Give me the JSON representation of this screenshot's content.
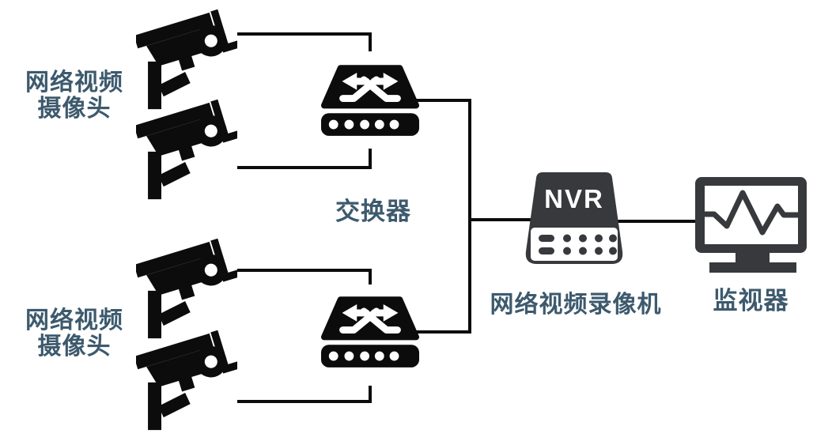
{
  "colors": {
    "device_black": "#0c0c0c",
    "device_gray": "#37393c",
    "label_text": "#3d5a6d",
    "wire": "#0c0c0c",
    "background": "#ffffff"
  },
  "labels": {
    "camera_group_top": {
      "line1": "网络视频",
      "line2": "摄像头"
    },
    "camera_group_bottom": {
      "line1": "网络视频",
      "line2": "摄像头"
    },
    "switch": "交换器",
    "nvr": "网络视频录像机",
    "monitor": "监视器"
  },
  "nvr_badge": "NVR",
  "diagram": {
    "description": "IP video surveillance topology",
    "nodes": [
      {
        "id": "camera-1",
        "type": "ip-camera"
      },
      {
        "id": "camera-2",
        "type": "ip-camera"
      },
      {
        "id": "camera-3",
        "type": "ip-camera"
      },
      {
        "id": "camera-4",
        "type": "ip-camera"
      },
      {
        "id": "switch-top",
        "type": "switch"
      },
      {
        "id": "switch-bottom",
        "type": "switch"
      },
      {
        "id": "nvr",
        "type": "network-video-recorder"
      },
      {
        "id": "monitor",
        "type": "monitor"
      }
    ],
    "connections": [
      [
        "camera-1",
        "switch-top"
      ],
      [
        "camera-2",
        "switch-top"
      ],
      [
        "camera-3",
        "switch-bottom"
      ],
      [
        "camera-4",
        "switch-bottom"
      ],
      [
        "switch-top",
        "nvr"
      ],
      [
        "switch-bottom",
        "nvr"
      ],
      [
        "nvr",
        "monitor"
      ]
    ]
  }
}
